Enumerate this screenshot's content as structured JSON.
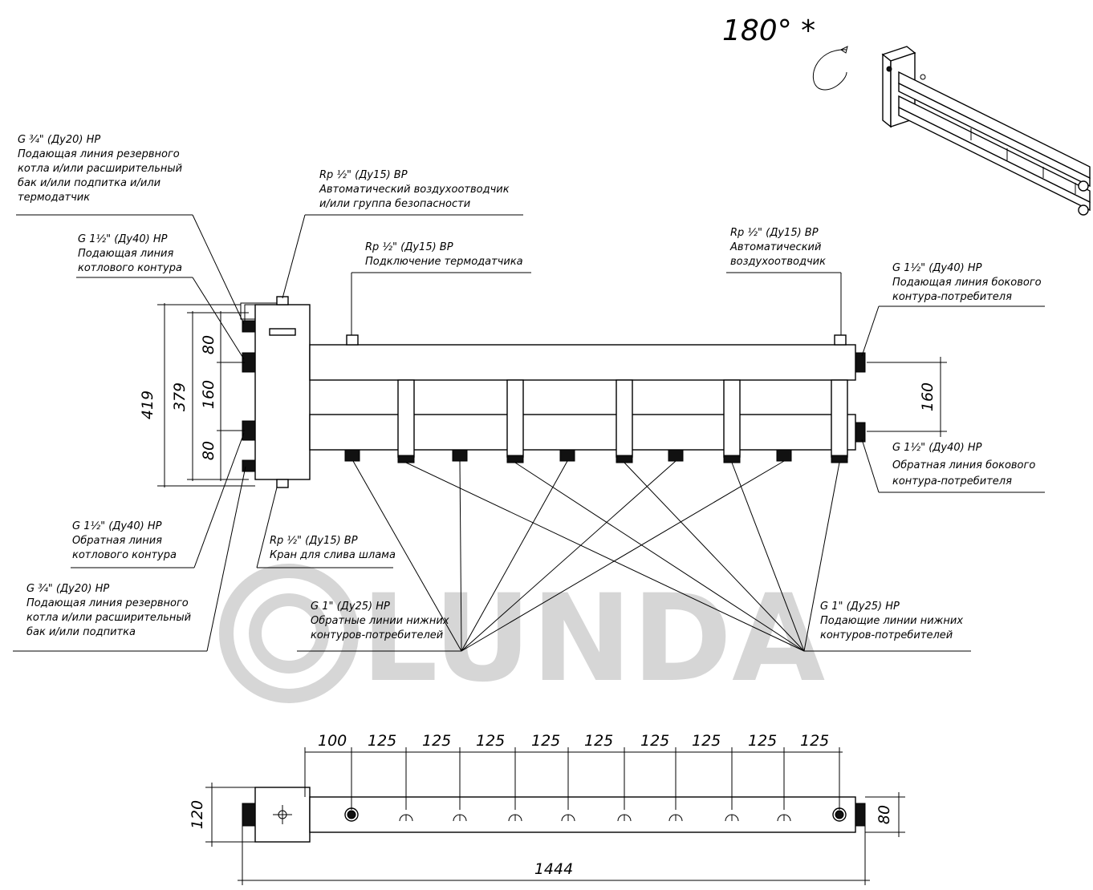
{
  "rotation_label": "180° *",
  "watermark": "LUNDA",
  "callouts": {
    "reserve_top": [
      "G ¾\" (Ду20) НР",
      "Подающая линия резервного",
      "котла и/или расширительный",
      "бак и/или подпитка и/или",
      "термодатчик"
    ],
    "air_vent_top": [
      "Rp ½\" (Ду15) ВР",
      "Автоматический воздухоотводчик",
      "и/или группа безопасности"
    ],
    "boiler_supply": [
      "G 1½\" (Ду40) НР",
      "Подающая линия",
      "котлового контура"
    ],
    "thermo_sensor": [
      "Rp ½\" (Ду15) ВР",
      "Подключение термодатчика"
    ],
    "air_vent_right": [
      "Rp ½\" (Ду15) ВР",
      "Автоматический",
      "воздухоотводчик"
    ],
    "side_supply": [
      "G 1½\" (Ду40) НР",
      "Подающая линия бокового",
      "контура-потребителя"
    ],
    "side_return": [
      "G 1½\" (Ду40) НР",
      "Обратная линия бокового",
      "контура-потребителя"
    ],
    "boiler_return": [
      "G 1½\" (Ду40) НР",
      "Обратная линия",
      "котлового контура"
    ],
    "drain": [
      "Rp ½\" (Ду15) ВР",
      "Кран для слива шлама"
    ],
    "reserve_bottom": [
      "G ¾\" (Ду20) НР",
      "Подающая линия резервного",
      "котла и/или расширительный",
      "бак и/или подпитка"
    ],
    "lower_return": [
      "G 1\" (Ду25) НР",
      "Обратные линии нижних",
      "контуров-потребителей"
    ],
    "lower_supply": [
      "G 1\" (Ду25) НР",
      "Подающие линии нижних",
      "контуров-потребителей"
    ]
  },
  "dimensions": {
    "left_outer": "419",
    "left_inner": "379",
    "left_top": "80",
    "left_mid": "160",
    "left_bottom": "80",
    "right_spacing": "160",
    "plan_height": "120",
    "plan_pipe": "80",
    "plan_total": "1444",
    "plan_spacing": [
      "100",
      "125",
      "125",
      "125",
      "125",
      "125",
      "125",
      "125",
      "125",
      "125"
    ]
  }
}
